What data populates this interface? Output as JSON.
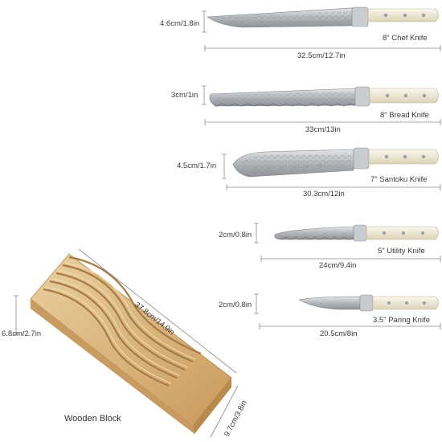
{
  "knives": [
    {
      "name": "8\" Chef Knife",
      "height": "4.6cm/1.8in",
      "length": "32.5cm/12.7in"
    },
    {
      "name": "8\" Bread Knife",
      "height": "3cm/1in",
      "length": "33cm/13in"
    },
    {
      "name": "7\" Santoku Knife",
      "height": "4.5cm/1.7in",
      "length": "30.3cm/12in"
    },
    {
      "name": "5\" Utility Knife",
      "height": "2cm/0.8in",
      "length": "24cm/9.4in"
    },
    {
      "name": "3.5\" Paring Knife",
      "height": "2cm/0.8in",
      "length": "20.5cm/8in"
    }
  ],
  "block": {
    "name": "Wooden Block",
    "length": "37.8cm/14.9in",
    "height": "6.8cm/2.7in",
    "depth": "9.7cm/3.8in"
  },
  "colors": {
    "blade": "#b9bcbf",
    "handle": "#f1ead6",
    "wood": "#ddb57c",
    "line": "#8a8a8a"
  }
}
